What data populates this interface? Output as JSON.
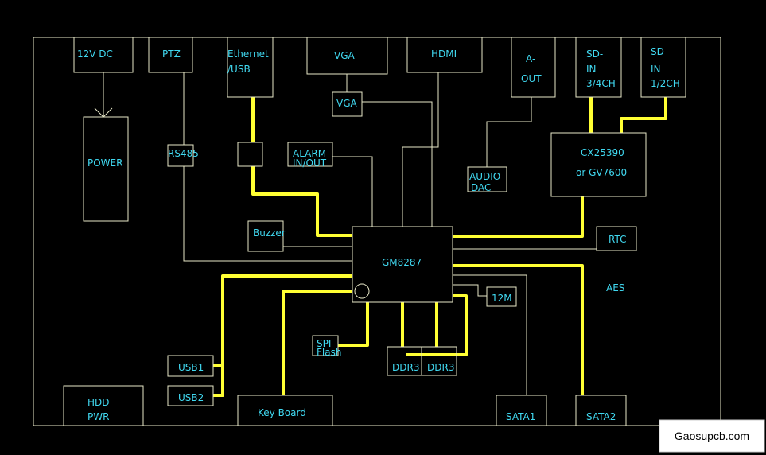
{
  "diagram": {
    "blocks": {
      "dc12v": "12V DC",
      "ptz": "PTZ",
      "ethernet_1": "Ethernet",
      "ethernet_2": "/USB",
      "vga_port": "VGA",
      "hdmi": "HDMI",
      "aout_1": "A-",
      "aout_2": "OUT",
      "sdin34_1": "SD-",
      "sdin34_2": "IN",
      "sdin34_3": "3/4CH",
      "sdin12_1": "SD-",
      "sdin12_2": "IN",
      "sdin12_3": "1/2CH",
      "power": "POWER",
      "rs485": "RS485",
      "vga_chip": "VGA",
      "alarm_1": "ALARM",
      "alarm_2": "IN/OUT",
      "audio_dac_1": "AUDIO",
      "audio_dac_2": "DAC",
      "decoder_1": "CX25390",
      "decoder_2": "or GV7600",
      "buzzer": "Buzzer",
      "soc": "GM8287",
      "rtc": "RTC",
      "aes": "AES",
      "clock": "12M",
      "spi_1": "SPI",
      "spi_2": "Flash",
      "ddr3_a": "DDR3",
      "ddr3_b": "DDR3",
      "usb1": "USB1",
      "usb2": "USB2",
      "hdd_1": "HDD",
      "hdd_2": "PWR",
      "keyboard": "Key Board",
      "sata1": "SATA1",
      "sata2": "SATA2"
    },
    "watermark": "Gaosupcb.com",
    "colors": {
      "background": "#000000",
      "line": "#e8e8c8",
      "bus": "#ffff33",
      "label": "#40d8f0"
    }
  }
}
